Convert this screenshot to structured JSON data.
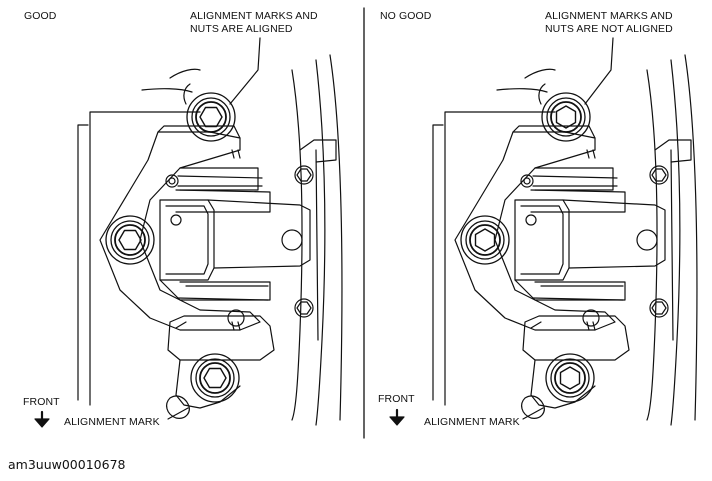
{
  "left_panel": {
    "status": "GOOD",
    "callout_line1": "ALIGNMENT MARKS AND",
    "callout_line2": "NUTS ARE ALIGNED",
    "front_label": "FRONT",
    "alignment_mark_label": "ALIGNMENT MARK"
  },
  "right_panel": {
    "status": "NO GOOD",
    "callout_line1": "ALIGNMENT MARKS AND",
    "callout_line2": "NUTS ARE NOT ALIGNED",
    "front_label": "FRONT",
    "alignment_mark_label": "ALIGNMENT MARK"
  },
  "figure_id": "am3uuw00010678"
}
